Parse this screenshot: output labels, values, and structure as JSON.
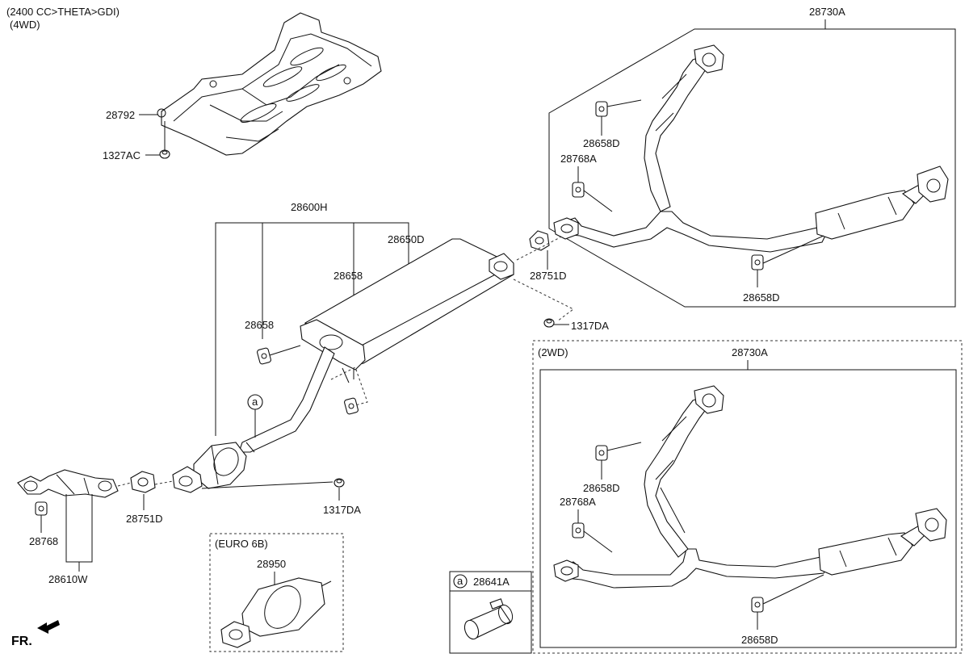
{
  "header": {
    "engine": "(2400 CC>THETA>GDI)",
    "drive": "(4WD)"
  },
  "labels": {
    "heat_shield": "28792",
    "heat_shield_nut": "1327AC",
    "muffler_assy": "28600H",
    "center_muffler": "28650D",
    "hanger_left": "28658",
    "hanger_right": "28658",
    "gasket_top": "28751D",
    "bolt_top": "1317DA",
    "gasket_front": "28751D",
    "bolt_front": "1317DA",
    "front_hanger": "28768",
    "front_pipe": "28610W",
    "circle_ref": "a",
    "rear_assy_4wd": "28730A",
    "rear_hanger_a_4wd": "28658D",
    "rear_bracket_4wd": "28768A",
    "rear_hanger_b_4wd": "28658D",
    "box_2wd_title": "(2WD)",
    "rear_assy_2wd": "28730A",
    "rear_hanger_a_2wd": "28658D",
    "rear_bracket_2wd": "28768A",
    "rear_hanger_b_2wd": "28658D",
    "euro_title": "(EURO 6B)",
    "euro_part": "28950",
    "clamp_ref": "a",
    "clamp_part": "28641A",
    "front_marker": "FR."
  }
}
